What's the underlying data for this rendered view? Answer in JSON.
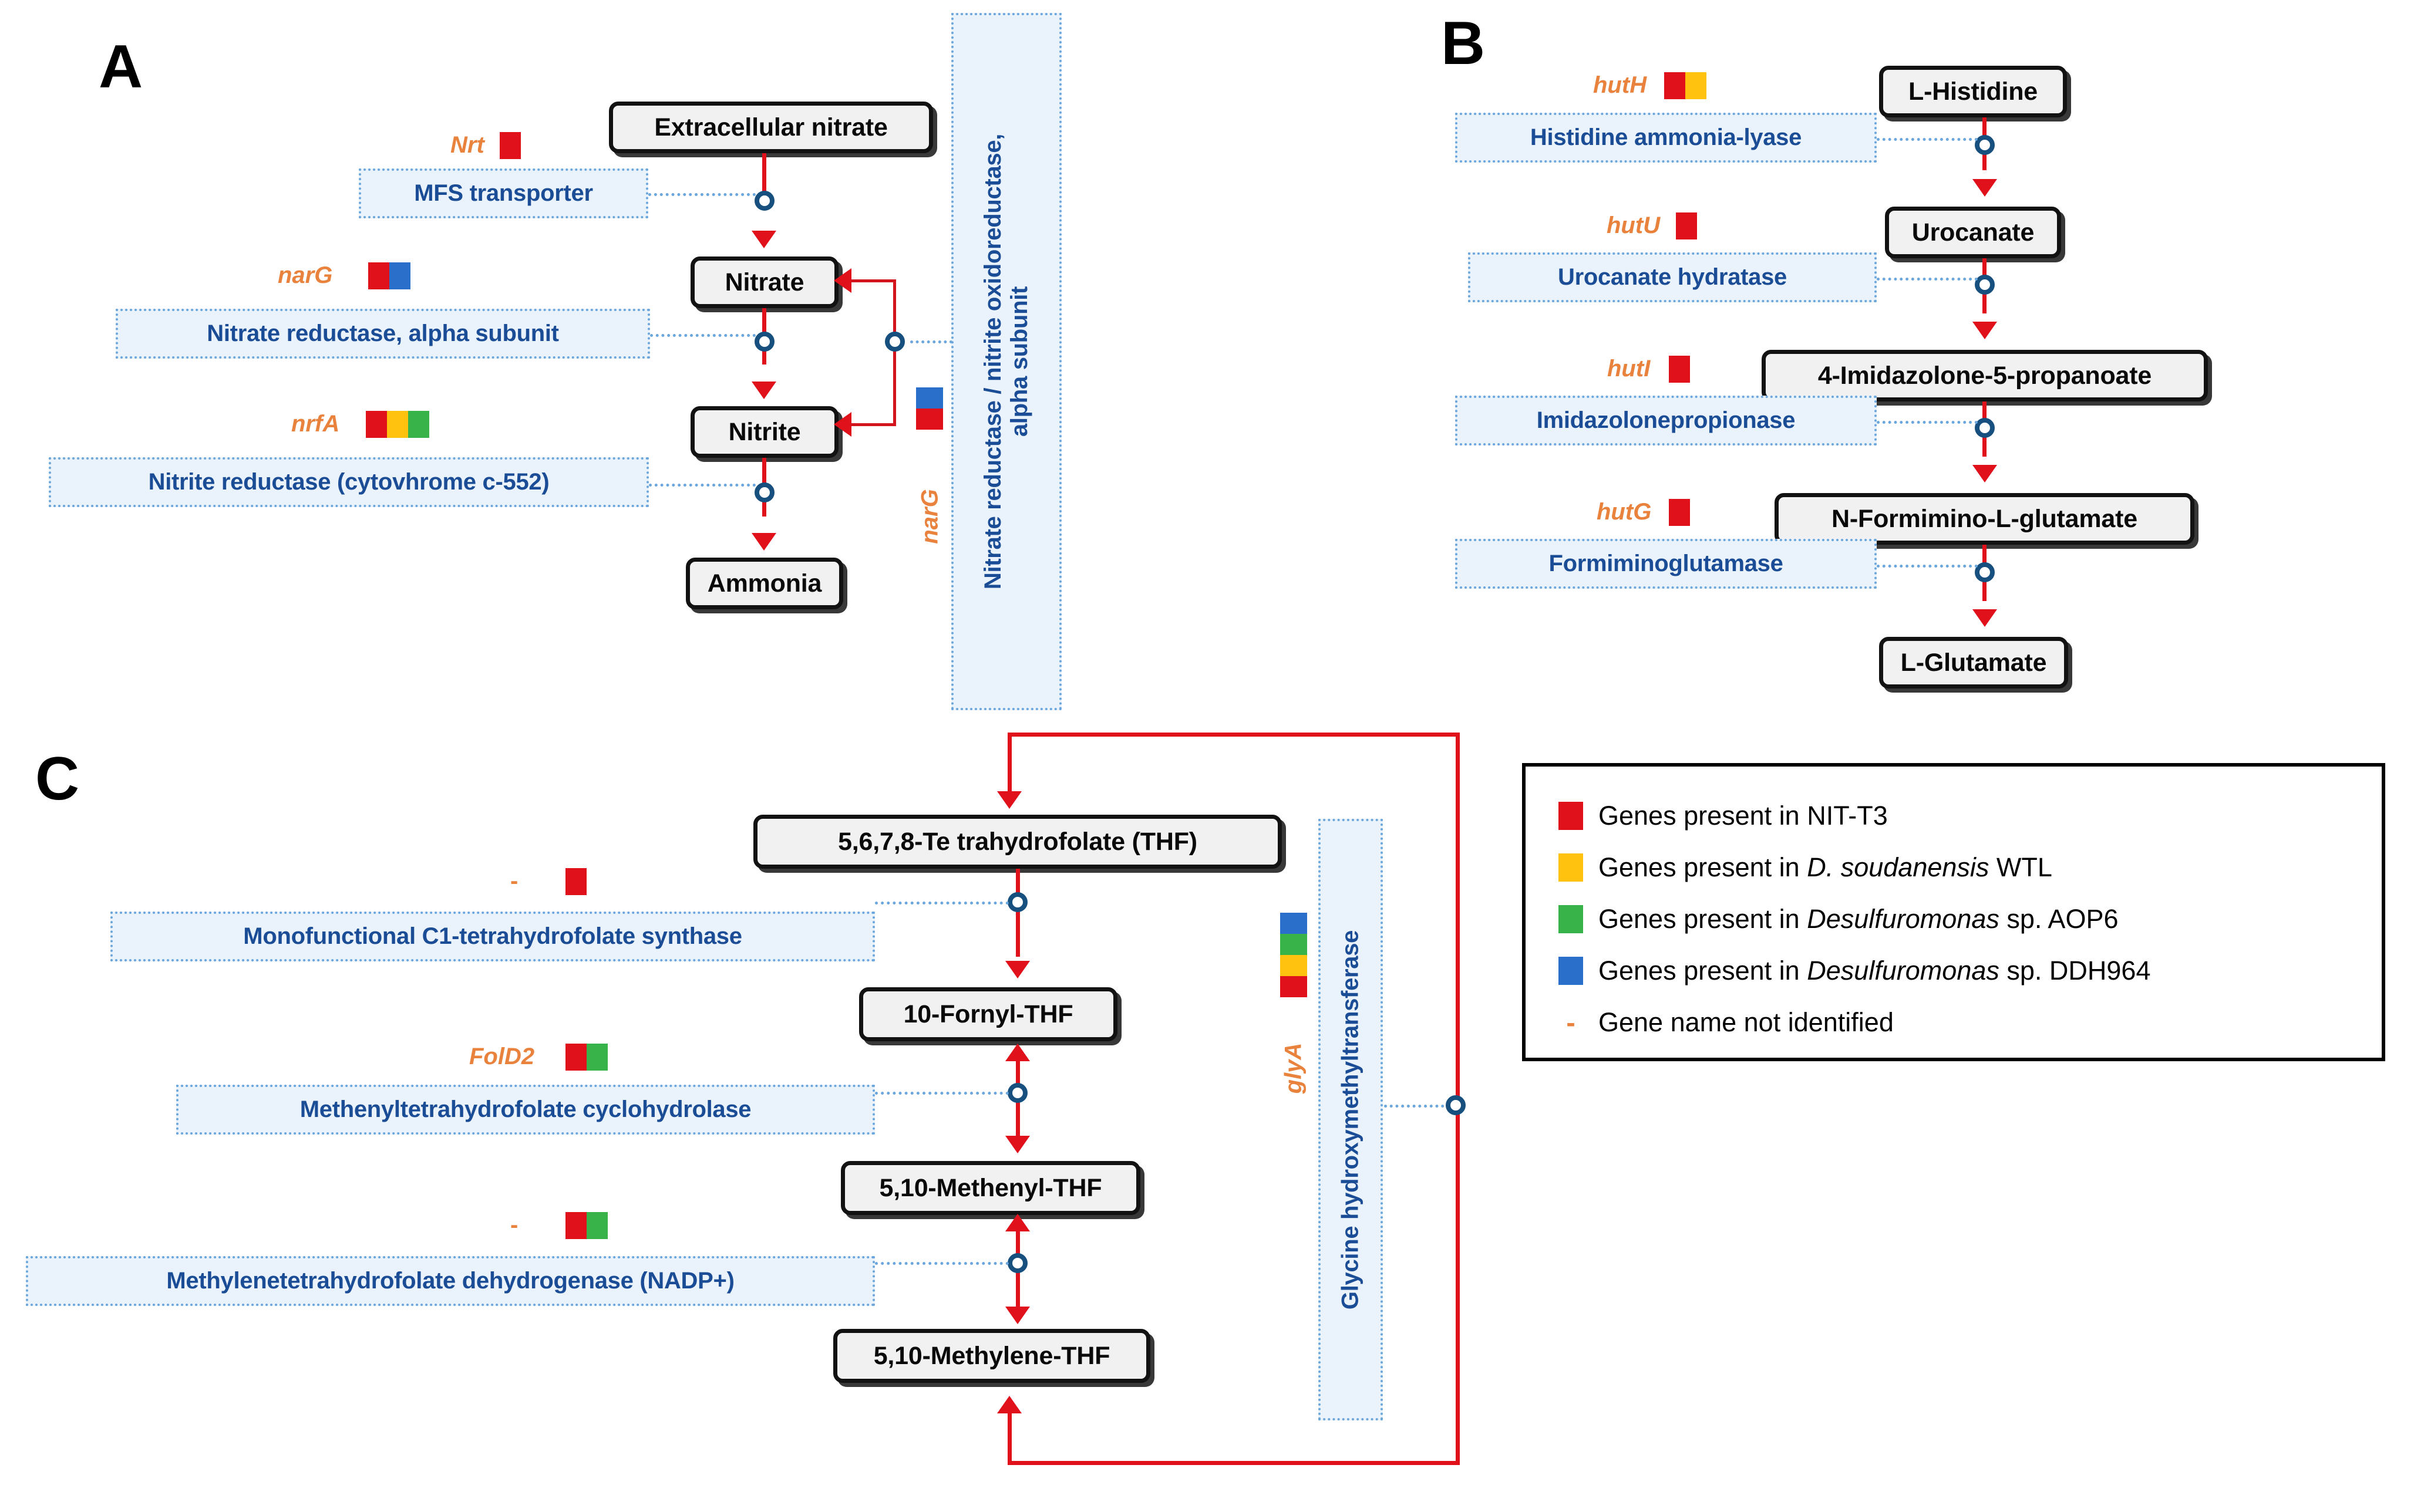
{
  "figure": {
    "panels": [
      {
        "letter": "A",
        "name": "nitrate-reduction-pathway"
      },
      {
        "letter": "B",
        "name": "histidine-degradation-pathway"
      },
      {
        "letter": "C",
        "name": "folate-one-carbon-pathway"
      }
    ]
  },
  "colors": {
    "nit_t3_red": "#E1111B",
    "soudanensis_yellow": "#FFC20E",
    "aop6_green": "#37B34A",
    "ddh964_blue": "#2A6FC9",
    "gene_orange": "#E8823C",
    "enzyme_text_blue": "#1B4C96",
    "enzyme_box_fill": "#EAF3FB",
    "enzyme_box_border": "#6BA6DC",
    "compound_fill": "#F1F1F1",
    "arrow_red": "#E1111B",
    "node_blue": "#17507E"
  },
  "panelA": {
    "compounds": [
      {
        "label": "Extracellular nitrate"
      },
      {
        "label": "Nitrate"
      },
      {
        "label": "Nitrite"
      },
      {
        "label": "Ammonia"
      }
    ],
    "enzymes": [
      {
        "gene": "Nrt",
        "swatch": [
          "red"
        ],
        "label": "MFS transporter"
      },
      {
        "gene": "narG",
        "swatch": [
          "red",
          "blue"
        ],
        "label": "Nitrate reductase, alpha subunit"
      },
      {
        "gene": "nrfA",
        "swatch": [
          "red",
          "yellow",
          "green"
        ],
        "label": "Nitrite reductase (cytovhrome c-552)"
      }
    ],
    "vertical_enzyme": {
      "gene": "narG",
      "swatch": [
        "blue",
        "red"
      ],
      "label_line1": "Nitrate reductase / nitrite oxidoreductase,",
      "label_line2": "alpha subunit"
    }
  },
  "panelB": {
    "compounds": [
      {
        "label": "L-Histidine"
      },
      {
        "label": "Urocanate"
      },
      {
        "label": "4-Imidazolone-5-propanoate"
      },
      {
        "label": "N-Formimino-L-glutamate"
      },
      {
        "label": "L-Glutamate"
      }
    ],
    "enzymes": [
      {
        "gene": "hutH",
        "swatch": [
          "red",
          "yellow"
        ],
        "label": "Histidine ammonia-lyase"
      },
      {
        "gene": "hutU",
        "swatch": [
          "red"
        ],
        "label": "Urocanate hydratase"
      },
      {
        "gene": "hutI",
        "swatch": [
          "red"
        ],
        "label": "Imidazolonepropionase"
      },
      {
        "gene": "hutG",
        "swatch": [
          "red"
        ],
        "label": "Formiminoglutamase"
      }
    ]
  },
  "panelC": {
    "compounds": [
      {
        "label": "5,6,7,8-Te trahydrofolate (THF)"
      },
      {
        "label": "10-Fornyl-THF"
      },
      {
        "label": "5,10-Methenyl-THF"
      },
      {
        "label": "5,10-Methylene-THF"
      }
    ],
    "enzymes": [
      {
        "gene": "-",
        "swatch": [
          "red"
        ],
        "label": "Monofunctional C1-tetrahydrofolate synthase"
      },
      {
        "gene": "FolD2",
        "swatch": [
          "red",
          "green"
        ],
        "label": "Methenyltetrahydrofolate cyclohydrolase"
      },
      {
        "gene": "-",
        "swatch": [
          "red",
          "green"
        ],
        "label": "Methylenetetrahydrofolate dehydrogenase (NADP+)"
      }
    ],
    "vertical_enzyme": {
      "gene": "glyA",
      "swatch": [
        "blue",
        "green",
        "yellow",
        "red"
      ],
      "label": "Glycine hydroxymethyltransferase"
    }
  },
  "legend": {
    "items": [
      {
        "swatch": "red",
        "text_plain": "Genes present in NIT-T3",
        "pre": "Genes present in NIT-T3",
        "em": "",
        "post": ""
      },
      {
        "swatch": "yellow",
        "text_plain": "Genes present in D. soudanensis WTL",
        "pre": "Genes present in ",
        "em": "D. soudanensis",
        "post": " WTL"
      },
      {
        "swatch": "green",
        "text_plain": "Genes present in Desulfuromonas sp. AOP6",
        "pre": "Genes present in ",
        "em": "Desulfuromonas",
        "post": " sp. AOP6"
      },
      {
        "swatch": "blue",
        "text_plain": "Genes present in Desulfuromonas sp. DDH964",
        "pre": "Genes present in ",
        "em": "Desulfuromonas",
        "post": " sp. DDH964"
      },
      {
        "swatch": "dash",
        "text_plain": "Gene name not identified",
        "pre": "Gene name not identified",
        "em": "",
        "post": "",
        "symbol": "-"
      }
    ]
  }
}
